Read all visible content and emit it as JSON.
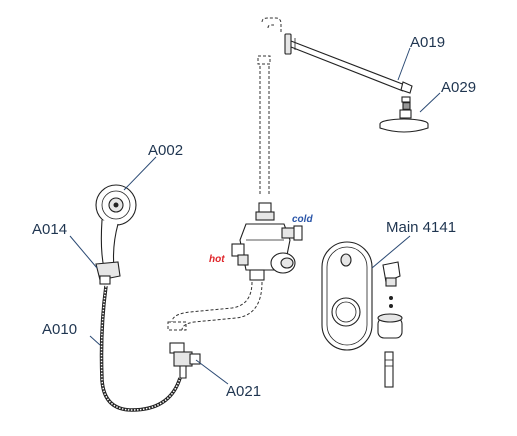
{
  "parts": [
    {
      "id": "A019",
      "label": "A019"
    },
    {
      "id": "A029",
      "label": "A029"
    },
    {
      "id": "A002",
      "label": "A002"
    },
    {
      "id": "A014",
      "label": "A014"
    },
    {
      "id": "A010",
      "label": "A010"
    },
    {
      "id": "A021",
      "label": "A021"
    },
    {
      "id": "Main4141",
      "label": "Main 4141"
    }
  ],
  "flow_labels": {
    "hot": "hot",
    "cold": "cold"
  },
  "colors": {
    "hot": "#e0262b",
    "cold": "#2a55a8",
    "leader": "#2b4a74",
    "label": "#1f3550"
  }
}
